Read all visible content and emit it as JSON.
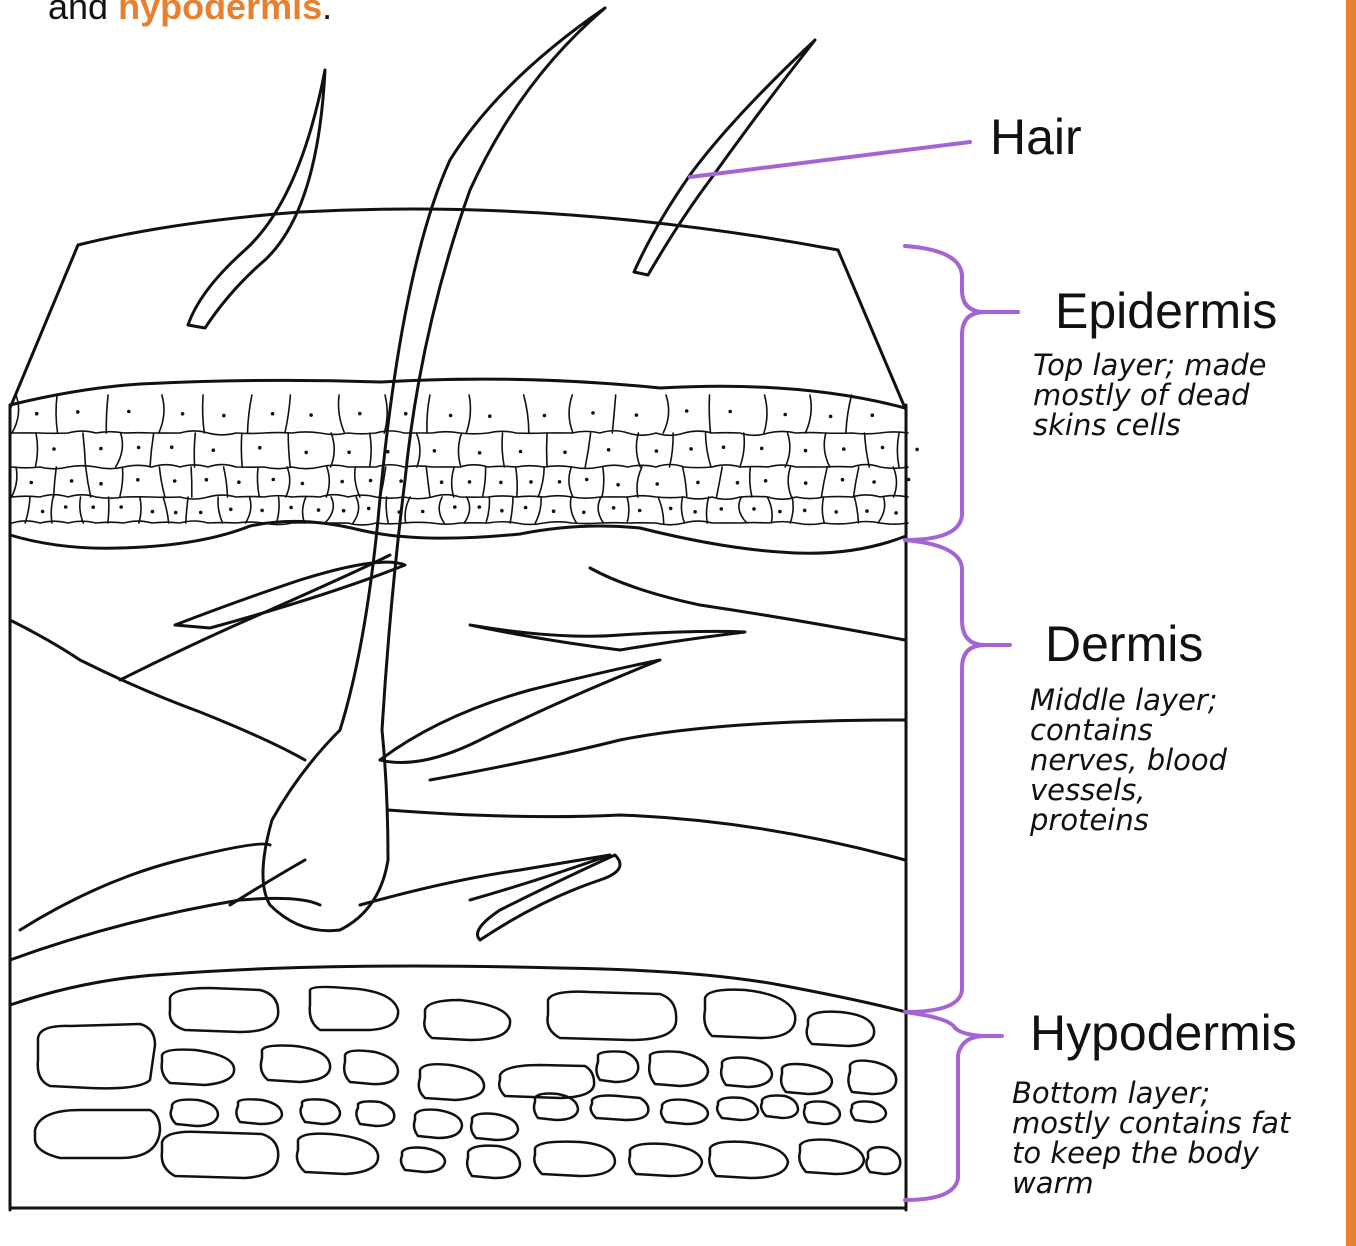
{
  "intro": {
    "prefix": "and ",
    "highlight": "hypodermis",
    "suffix": "."
  },
  "labels": {
    "hair": "Hair",
    "epidermis": {
      "title": "Epidermis",
      "description": "Top layer; made\nmostly of dead\nskins cells"
    },
    "dermis": {
      "title": "Dermis",
      "description": "Middle layer;\ncontains\nnerves, blood\nvessels,\nproteins"
    },
    "hypodermis": {
      "title": "Hypodermis",
      "description": "Bottom layer;\nmostly contains fat\nto keep the body\nwarm"
    }
  },
  "colors": {
    "highlight": "#e8812f",
    "bracket": "#a564d3",
    "border": "#e8812f",
    "ink": "#111111"
  }
}
